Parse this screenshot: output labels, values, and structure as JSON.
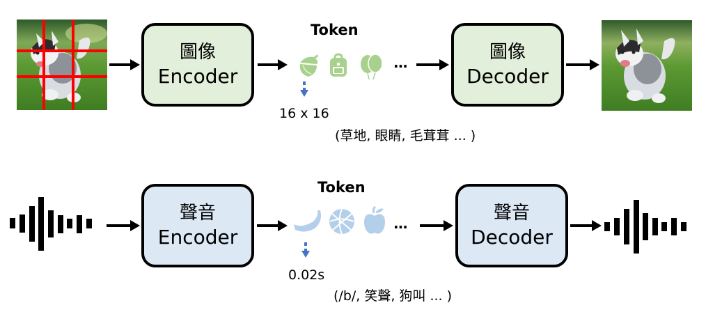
{
  "image_row": {
    "input": {
      "name": "husky-photo-with-grid",
      "grid": "3x3 red grid overlay"
    },
    "encoder": {
      "title": "圖像",
      "subtitle": "Encoder",
      "color": "#e2efda"
    },
    "token_title": "Token",
    "token_icons": [
      "acorn-icon",
      "backpack-icon",
      "balloons-icon"
    ],
    "token_icon_color": "#a9d18e",
    "ellipsis": "...",
    "patch_size": "16 x 16",
    "token_examples": "(草地, 眼睛, 毛茸茸 ... )",
    "decoder": {
      "title": "圖像",
      "subtitle": "Decoder",
      "color": "#e2efda"
    },
    "output": {
      "name": "husky-photo-reconstructed"
    }
  },
  "audio_row": {
    "input": {
      "name": "audio-waveform"
    },
    "encoder": {
      "title": "聲音",
      "subtitle": "Encoder",
      "color": "#dde8f5"
    },
    "token_title": "Token",
    "token_icons": [
      "banana-icon",
      "basketball-icon",
      "apple-icon"
    ],
    "token_icon_color": "#b4cfea",
    "ellipsis": "...",
    "frame_size": "0.02s",
    "token_examples": "(/b/, 笑聲, 狗叫 ... )",
    "decoder": {
      "title": "聲音",
      "subtitle": "Decoder",
      "color": "#dde8f5"
    },
    "output": {
      "name": "audio-waveform"
    }
  },
  "colors": {
    "grid_line": "#ff0000",
    "down_arrow": "#4472c4",
    "outline": "#000000"
  }
}
